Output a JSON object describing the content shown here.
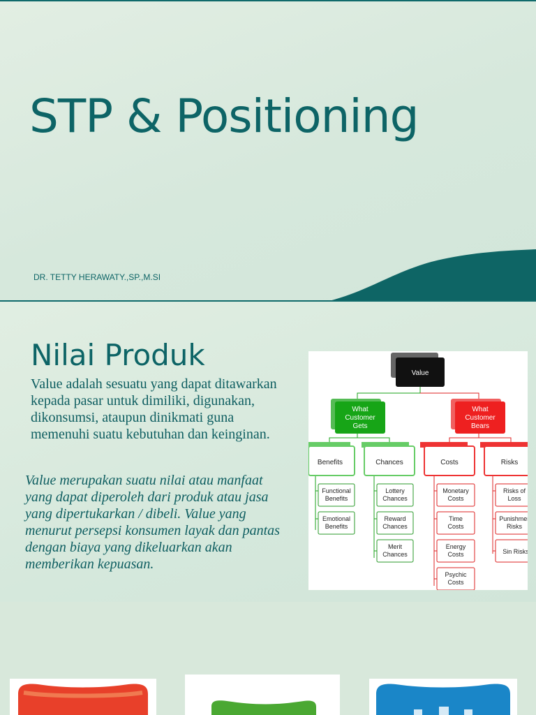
{
  "slide1": {
    "title": "STP & Positioning",
    "author": "DR. TETTY HERAWATY.,SP.,M.SI"
  },
  "slide2": {
    "heading": "Nilai Produk",
    "paragraph1": "Value adalah sesuatu yang dapat ditawarkan kepada pasar untuk dimiliki, digunakan, dikonsumsi, ataupun dinikmati guna memenuhi suatu kebutuhan dan keinginan.",
    "paragraph2": "Value merupakan suatu nilai atau manfaat yang dapat diperoleh dari produk atau jasa yang dipertukarkan / dibeli. Value yang menurut persepsi konsumen layak dan pantas dengan biaya yang dikeluarkan akan memberikan kepuasan.",
    "diagram": {
      "root": "Value",
      "gets": [
        "What",
        "Customer",
        "Gets"
      ],
      "bears": [
        "What",
        "Customer",
        "Bears"
      ],
      "benefits": "Benefits",
      "chances": "Chances",
      "costs": "Costs",
      "risks": "Risks",
      "benefit_items": [
        [
          "Functional",
          "Benefits"
        ],
        [
          "Emotional",
          "Benefits"
        ]
      ],
      "chance_items": [
        [
          "Lottery",
          "Chances"
        ],
        [
          "Reward",
          "Chances"
        ],
        [
          "Merit",
          "Chances"
        ]
      ],
      "cost_items": [
        [
          "Monetary",
          "Costs"
        ],
        [
          "Time",
          "Costs"
        ],
        [
          "Energy",
          "Costs"
        ],
        [
          "Psychic",
          "Costs"
        ]
      ],
      "risk_items": [
        [
          "Risks of",
          "Loss"
        ],
        [
          "Punishment",
          "Risks"
        ],
        [
          "Sin Risks"
        ]
      ]
    }
  },
  "slide3": {
    "cards": [
      {
        "name": "pillow-red",
        "color": "#e8402a"
      },
      {
        "name": "pillow-green",
        "color": "#4aa832"
      },
      {
        "name": "pillow-blue",
        "color": "#1a86c8"
      }
    ]
  },
  "colors": {
    "teal": "#0d6466",
    "green_box": "#1aa31a",
    "red_box": "#ee2222",
    "root_box": "#111111"
  }
}
